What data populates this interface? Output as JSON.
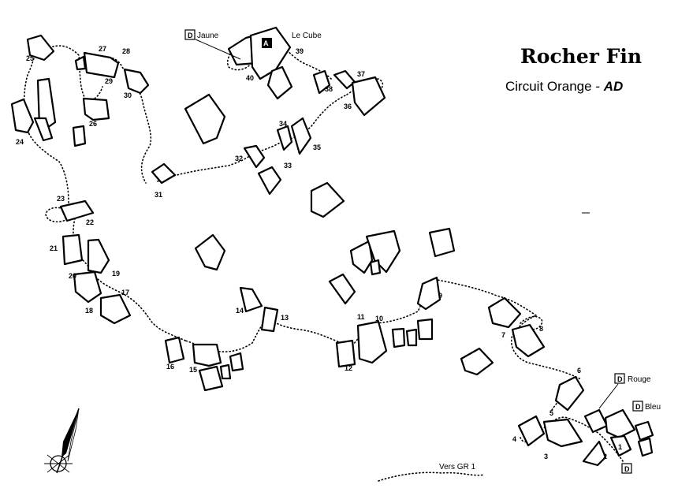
{
  "title": "Rocher Fin",
  "subtitle": "Circuit Orange - ",
  "grade": "AD",
  "start_label": "D",
  "arrival_label": "A",
  "legend": {
    "jaune": "Jaune",
    "rouge": "Rouge",
    "bleu": "Bleu",
    "le_cube": "Le Cube",
    "vers_gr1": "Vers GR 1"
  },
  "problems": [
    "1",
    "2",
    "3",
    "4",
    "5",
    "6",
    "7",
    "8",
    "9",
    "10",
    "11",
    "12",
    "13",
    "14",
    "15",
    "16",
    "17",
    "18",
    "19",
    "20",
    "21",
    "22",
    "23",
    "24",
    "25",
    "26",
    "27",
    "28",
    "29",
    "30",
    "31",
    "32",
    "33",
    "34",
    "35",
    "36",
    "37",
    "38",
    "39",
    "40"
  ]
}
